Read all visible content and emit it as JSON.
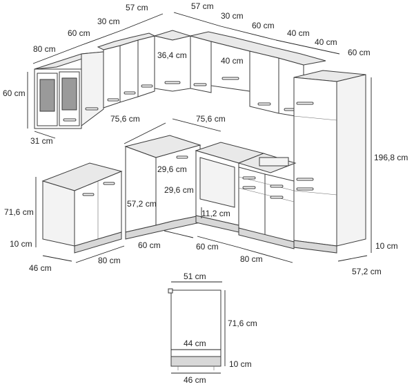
{
  "dimensions": {
    "upper_left_height": "60 cm",
    "upper_left_depth": "31 cm",
    "upper_left_width": "80 cm",
    "upper_a": "60 cm",
    "upper_b": "30 cm",
    "upper_corner_left": "57 cm",
    "upper_corner_right": "57 cm",
    "upper_c": "30 cm",
    "upper_d": "60 cm",
    "upper_e": "40 cm",
    "upper_f": "40 cm",
    "upper_g": "60 cm",
    "corner_door": "36,4 cm",
    "hood_door": "40 cm",
    "tall_height": "196,8 cm",
    "tall_plinth": "10 cm",
    "tall_depth": "57,2 cm",
    "base_depth_left": "75,6 cm",
    "base_depth_right": "75,6 cm",
    "base_height": "71,6 cm",
    "base_plinth": "10 cm",
    "base_side_depth": "46 cm",
    "sink_width": "80 cm",
    "corner_base": "60 cm",
    "corner_inner_a": "29,6 cm",
    "corner_inner_b": "29,6 cm",
    "corner_door_height": "57,2 cm",
    "oven_gap": "11,2 cm",
    "oven_base": "60 cm",
    "drawer_base": "80 cm",
    "detail_width": "51 cm",
    "detail_height": "71,6 cm",
    "detail_inner": "44 cm",
    "detail_plinth": "10 cm",
    "detail_depth": "46 cm"
  }
}
